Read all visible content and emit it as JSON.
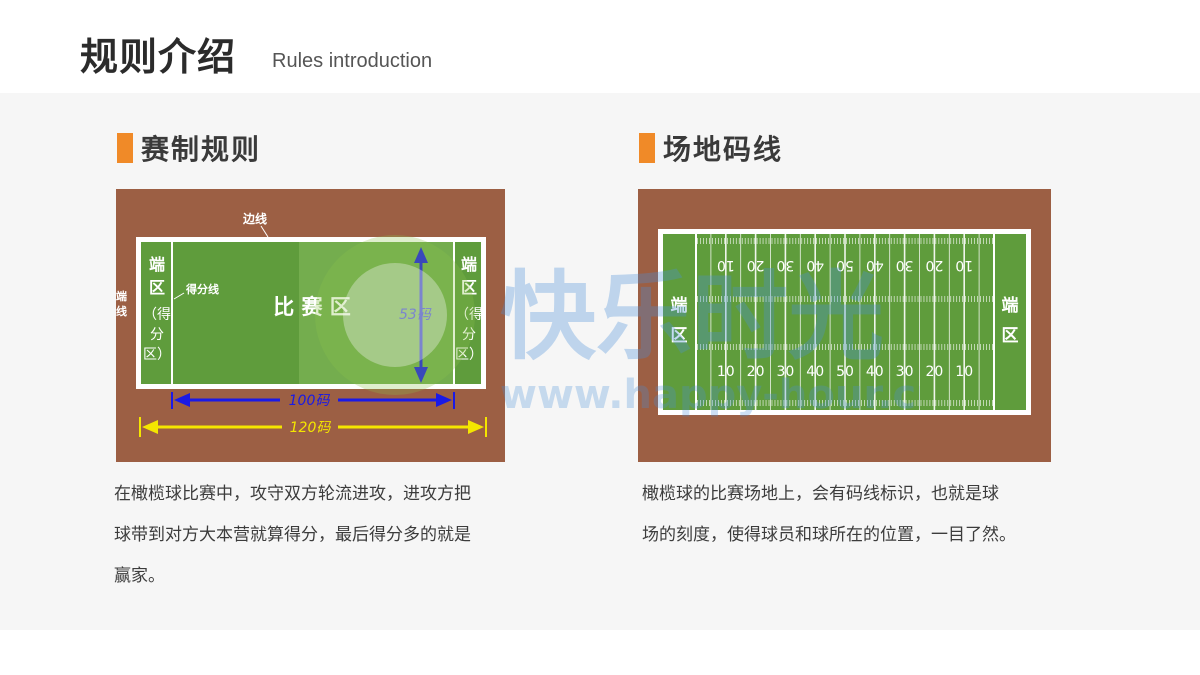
{
  "header": {
    "title": "规则介绍",
    "subtitle": "Rules introduction"
  },
  "section_left": {
    "title": "赛制规则",
    "figure": {
      "sideline_label": "边线",
      "endline_label_line1": "端",
      "endline_label_line2": "线",
      "goal_line_label": "得分线",
      "endzone_left": [
        "端",
        "区",
        "（得",
        "分",
        "区）"
      ],
      "endzone_right": [
        "端",
        "区",
        "（得",
        "分",
        "区）"
      ],
      "field_label": "比 赛 区",
      "width_label": "53码",
      "length_inner": "100码",
      "length_outer": "120码"
    },
    "paragraph_lines": [
      "在橄榄球比赛中，攻守双方轮流进攻，进攻方把",
      "球带到对方大本营就算得分，最后得分多的就是",
      "赢家。"
    ]
  },
  "section_right": {
    "title": "场地码线",
    "figure": {
      "endzone_left": [
        "端",
        "区"
      ],
      "endzone_right": [
        "端",
        "区"
      ],
      "yard_numbers_top": [
        "10",
        "20",
        "30",
        "40",
        "50",
        "40",
        "30",
        "20",
        "10"
      ],
      "yard_numbers_bottom": [
        "10",
        "20",
        "30",
        "40",
        "50",
        "40",
        "30",
        "20",
        "10"
      ]
    },
    "paragraph_lines": [
      "橄榄球的比赛场地上，会有码线标识，也就是球",
      "场的刻度，使得球员和球所在的位置，一目了然。"
    ]
  },
  "watermark": {
    "text": "快乐时光",
    "url": "www.happy-hour.cn"
  },
  "colors": {
    "accent": "#f08a28",
    "turf": "#5f9c3c",
    "border": "#9c5f44",
    "blue_arrow": "#1a1ae6",
    "yellow_arrow": "#f4e600"
  }
}
